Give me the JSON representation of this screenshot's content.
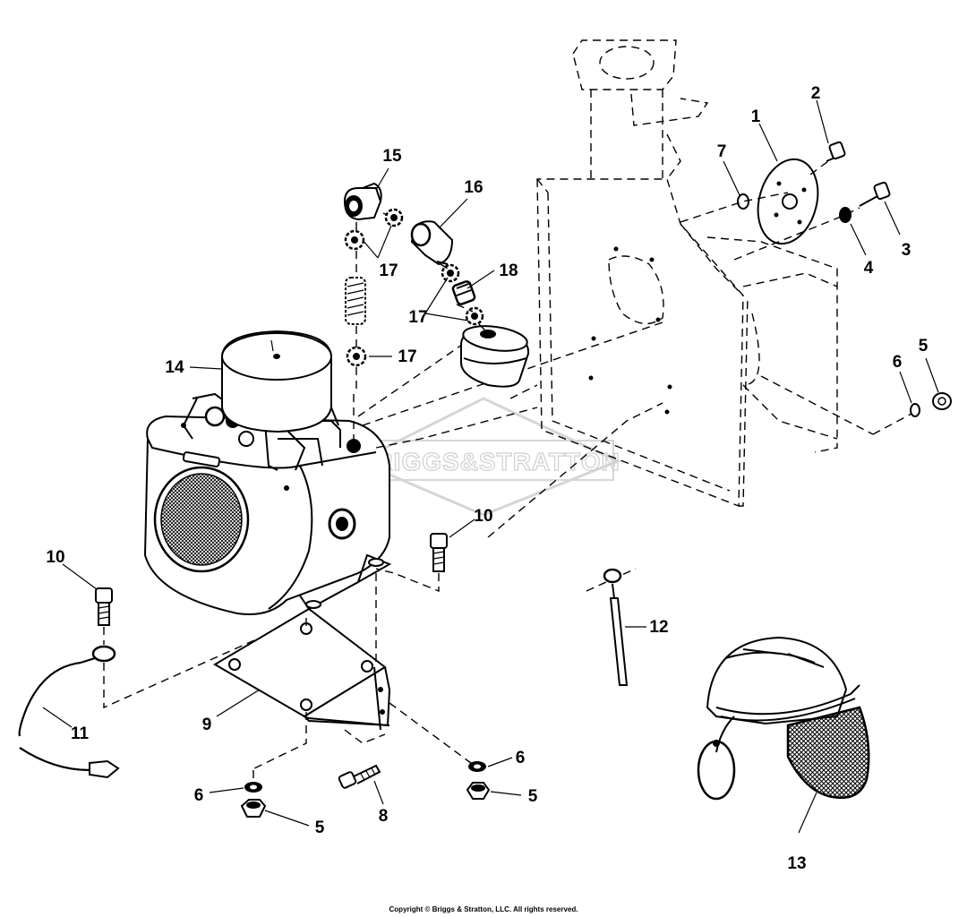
{
  "watermark": "BRIGGS&STRATTON",
  "copyright": "Copyright © Briggs & Stratton, LLC. All rights reserved.",
  "callouts": [
    {
      "id": "c1",
      "text": "1"
    },
    {
      "id": "c2",
      "text": "2"
    },
    {
      "id": "c3",
      "text": "3"
    },
    {
      "id": "c4",
      "text": "4"
    },
    {
      "id": "c5a",
      "text": "5"
    },
    {
      "id": "c5b",
      "text": "5"
    },
    {
      "id": "c5c",
      "text": "5"
    },
    {
      "id": "c6a",
      "text": "6"
    },
    {
      "id": "c6b",
      "text": "6"
    },
    {
      "id": "c6c",
      "text": "6"
    },
    {
      "id": "c7",
      "text": "7"
    },
    {
      "id": "c8",
      "text": "8"
    },
    {
      "id": "c9",
      "text": "9"
    },
    {
      "id": "c10a",
      "text": "10"
    },
    {
      "id": "c10b",
      "text": "10"
    },
    {
      "id": "c11",
      "text": "11"
    },
    {
      "id": "c12",
      "text": "12"
    },
    {
      "id": "c13",
      "text": "13"
    },
    {
      "id": "c14",
      "text": "14"
    },
    {
      "id": "c15",
      "text": "15"
    },
    {
      "id": "c16",
      "text": "16"
    },
    {
      "id": "c17a",
      "text": "17"
    },
    {
      "id": "c17b",
      "text": "17"
    },
    {
      "id": "c17c",
      "text": "17"
    },
    {
      "id": "c18",
      "text": "18"
    }
  ]
}
